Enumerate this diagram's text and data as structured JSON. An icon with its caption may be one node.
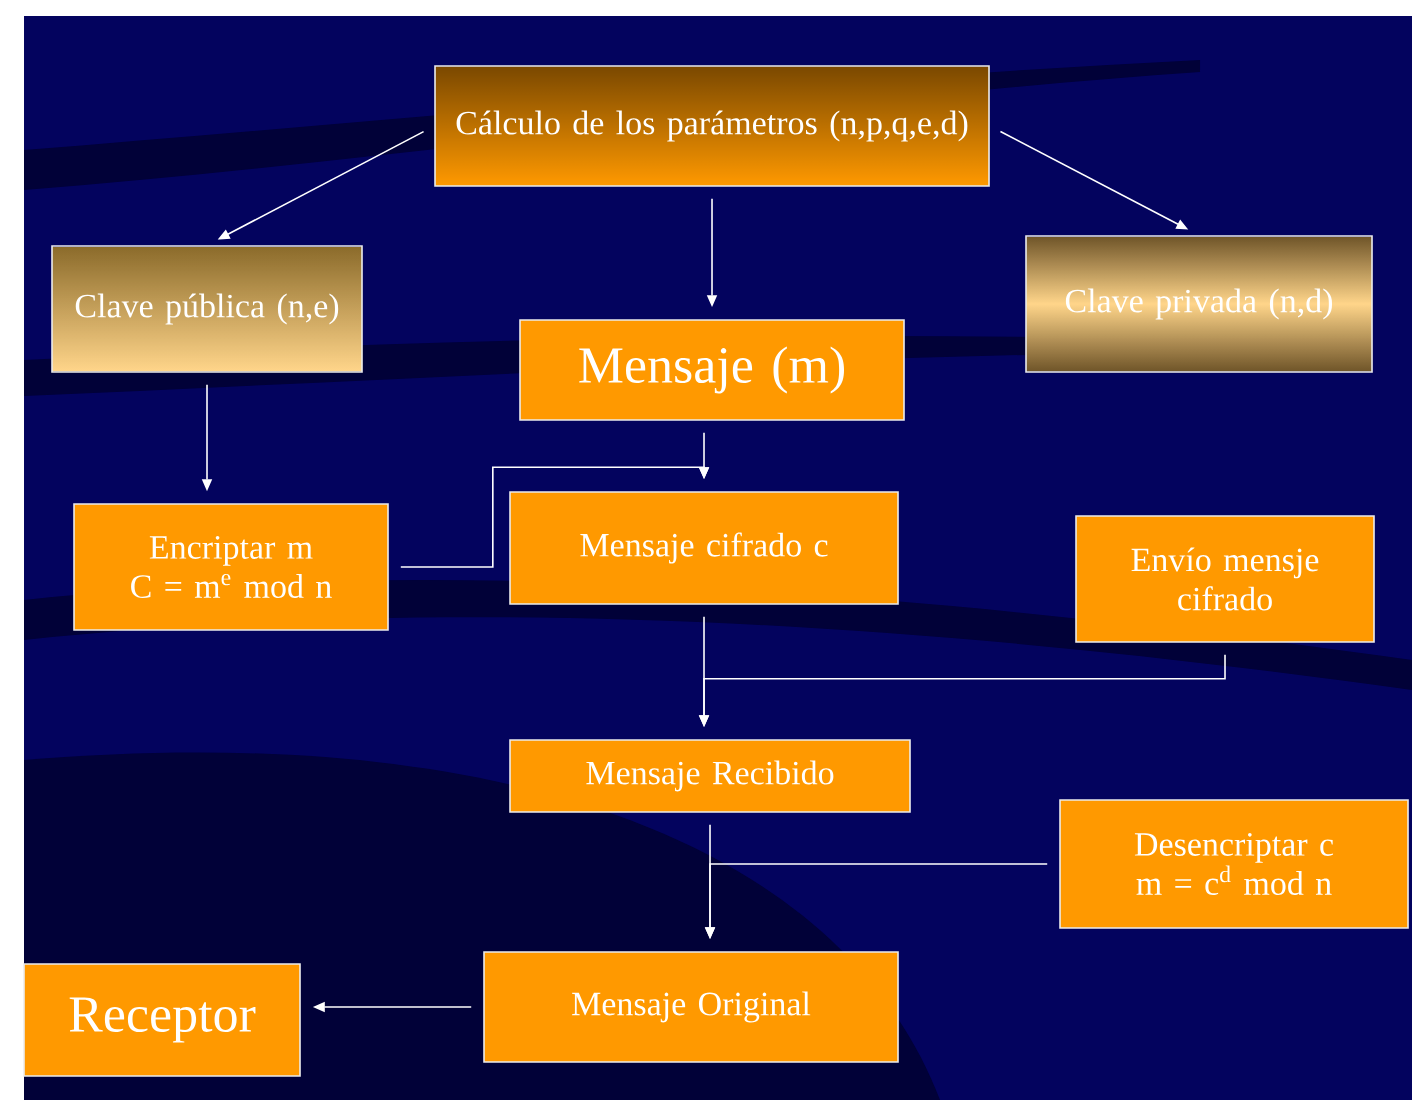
{
  "diagram": {
    "nodes": [
      {
        "text": [
          "Cálculo de los parámetros (n,p,q,e,d)"
        ]
      },
      {
        "text": [
          "Clave pública (n,e)"
        ]
      },
      {
        "text": [
          "Clave privada (n,d)"
        ]
      },
      {
        "text": [
          "Mensaje (m)"
        ]
      },
      {
        "text": [
          "Encriptar m",
          "C = m$^{e}$ mod n"
        ]
      },
      {
        "text": [
          "Mensaje cifrado c"
        ]
      },
      {
        "text": [
          "Envío mensje cifrado"
        ]
      },
      {
        "text": [
          "Mensaje Recibido"
        ]
      },
      {
        "text": [
          "Desencriptar c",
          "m = c$^{d}$ mod n"
        ]
      },
      {
        "text": [
          "Mensaje Original"
        ]
      },
      {
        "text": [
          "Receptor"
        ]
      }
    ],
    "edges": [
      {
        "from": 0,
        "to": 1,
        "arrow": "to"
      },
      {
        "from": 0,
        "to": 3,
        "arrow": "to"
      },
      {
        "from": 0,
        "to": 2,
        "arrow": "to"
      },
      {
        "from": 1,
        "to": 4,
        "arrow": "to"
      },
      {
        "from": 3,
        "to": 5,
        "arrow": "to"
      },
      {
        "from": 4,
        "to": 5,
        "arrow": "to"
      },
      {
        "from": 5,
        "to": 7,
        "arrow": "to"
      },
      {
        "from": 6,
        "to": 7,
        "arrow": "to"
      },
      {
        "from": 7,
        "to": 9,
        "arrow": "to"
      },
      {
        "from": 8,
        "to": 9,
        "arrow": "to"
      },
      {
        "from": 9,
        "to": 10,
        "arrow": "to"
      }
    ]
  }
}
